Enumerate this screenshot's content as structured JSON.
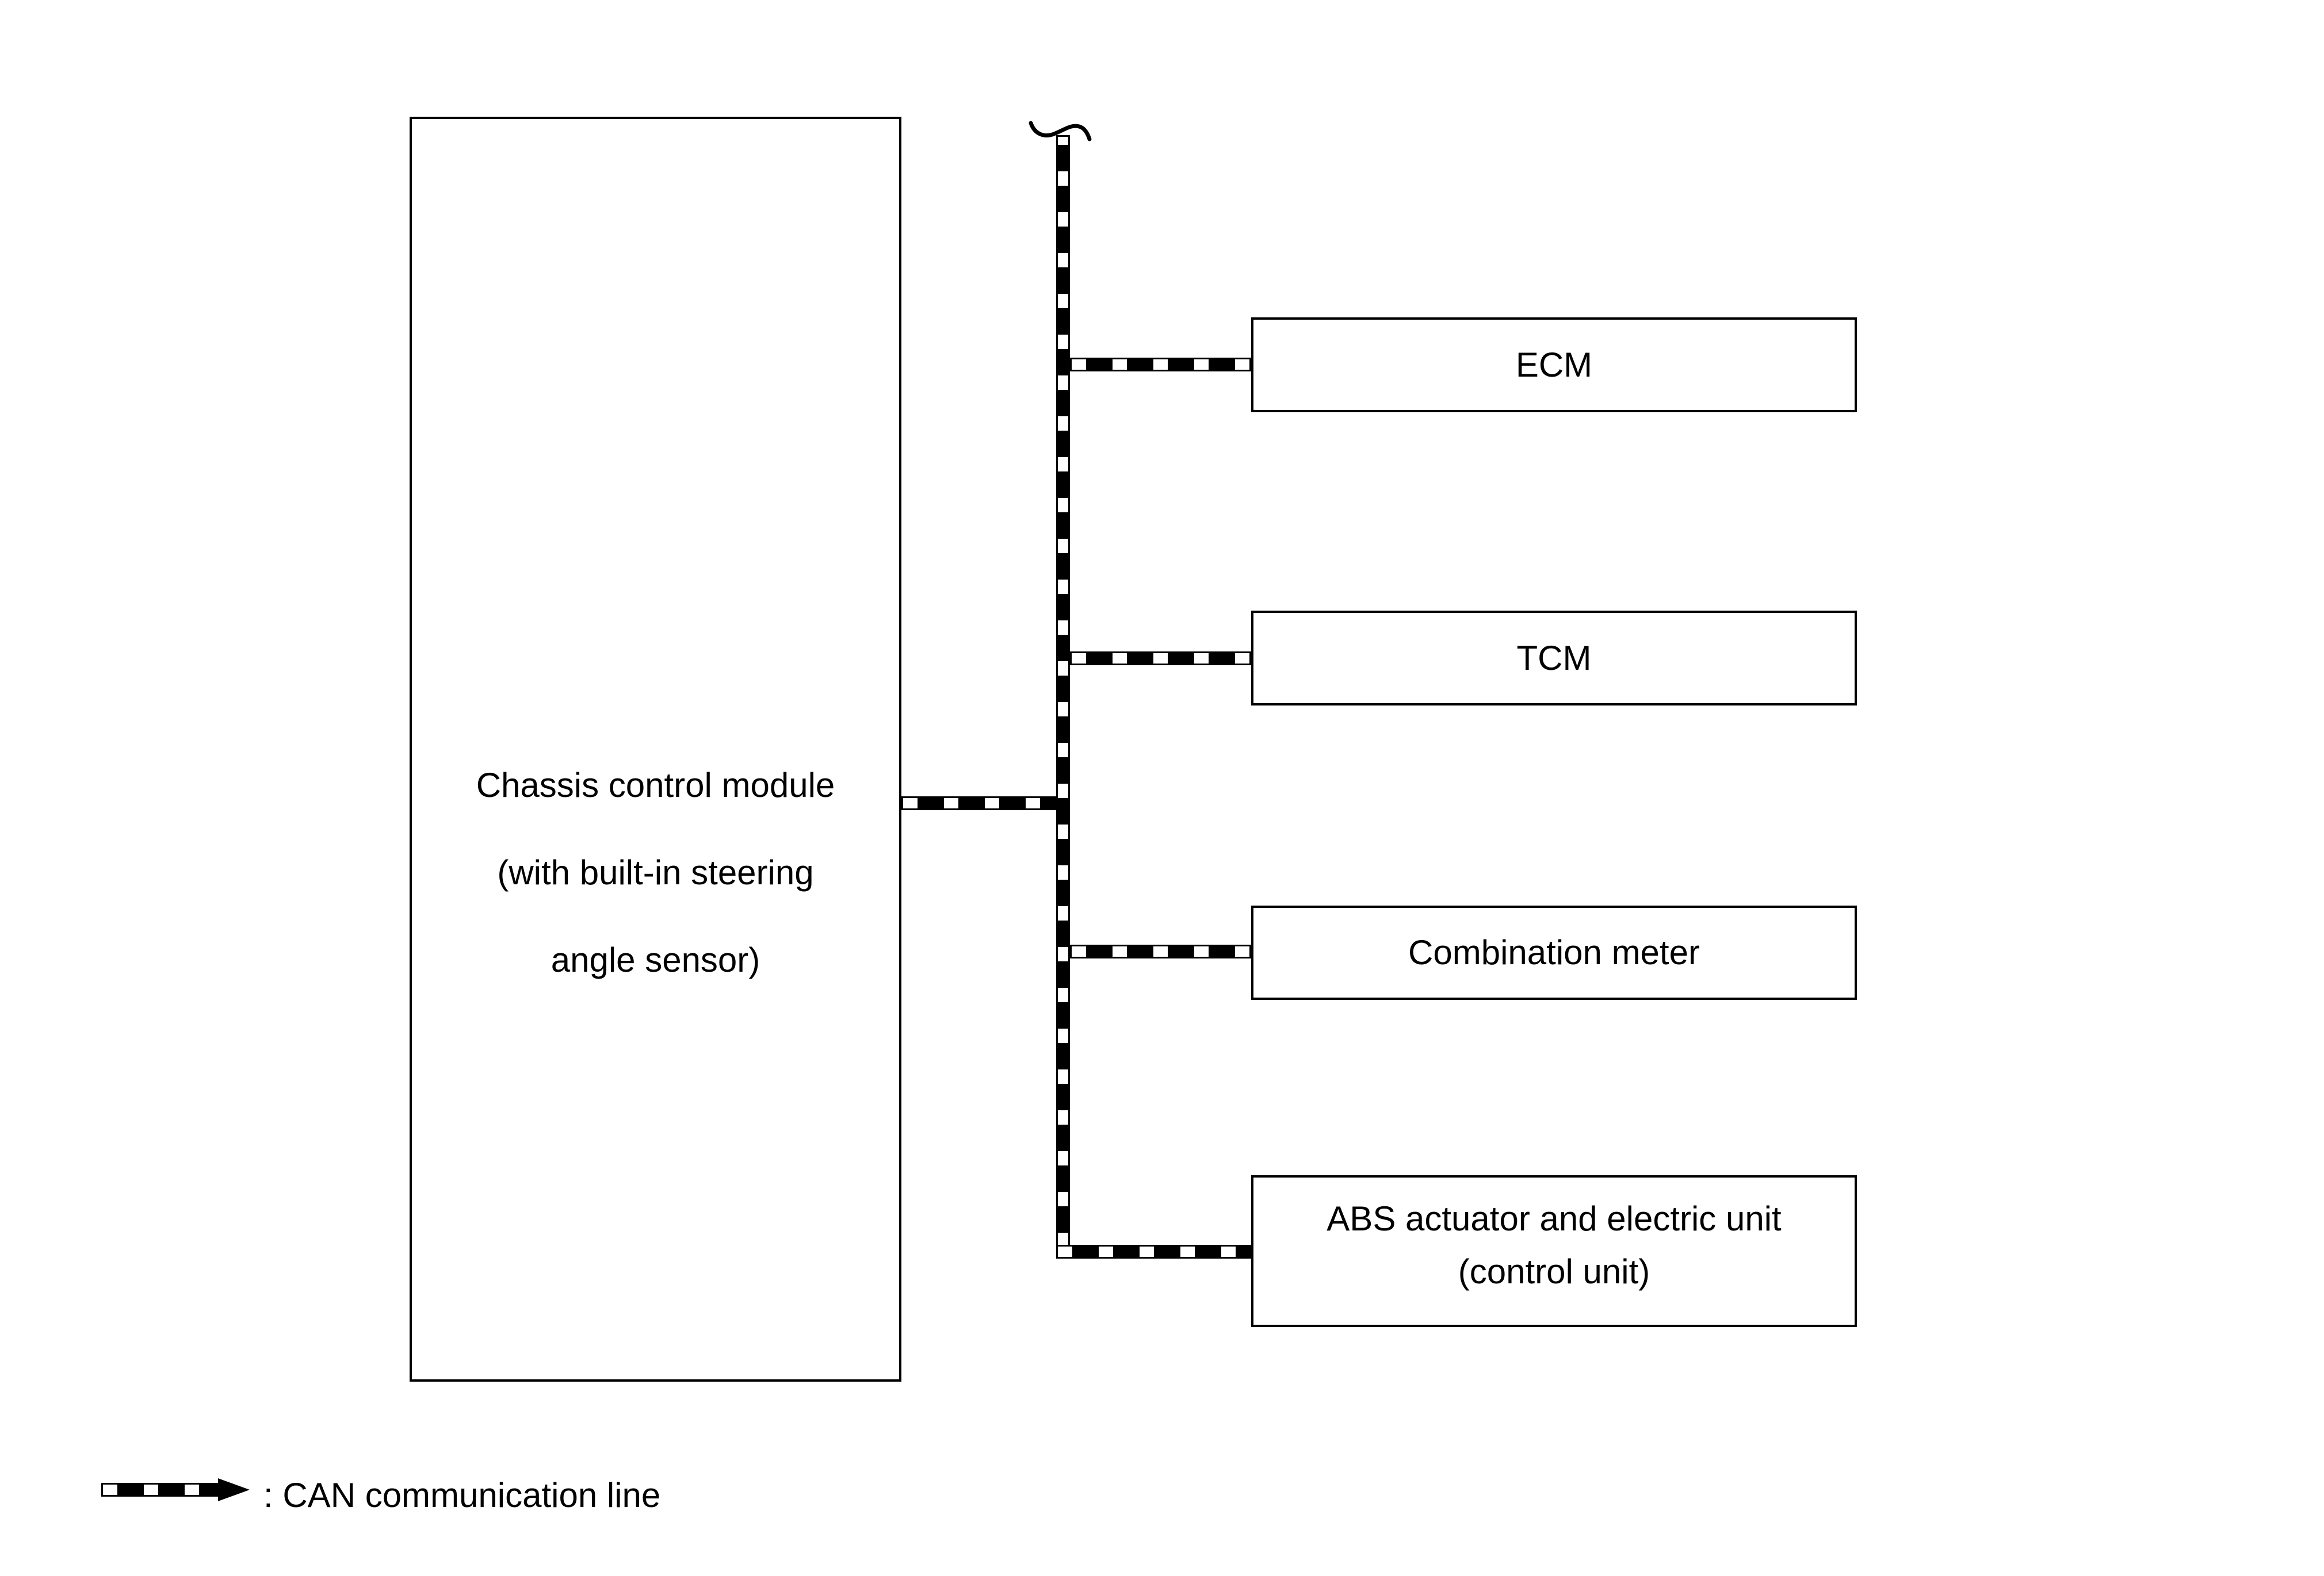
{
  "diagram": {
    "modules": {
      "chassis": {
        "lines": [
          "Chassis control module",
          "(with built-in steering",
          "angle sensor)"
        ]
      },
      "ecm": {
        "label": "ECM"
      },
      "tcm": {
        "label": "TCM"
      },
      "combination_meter": {
        "label": "Combination meter"
      },
      "abs": {
        "lines": [
          "ABS actuator and electric unit",
          "(control unit)"
        ]
      }
    },
    "bus": {
      "type": "CAN communication line",
      "style": "checkered-band"
    },
    "legend": {
      "label": ": CAN communication line"
    },
    "colors": {
      "line": "#000000",
      "background": "#ffffff"
    }
  }
}
